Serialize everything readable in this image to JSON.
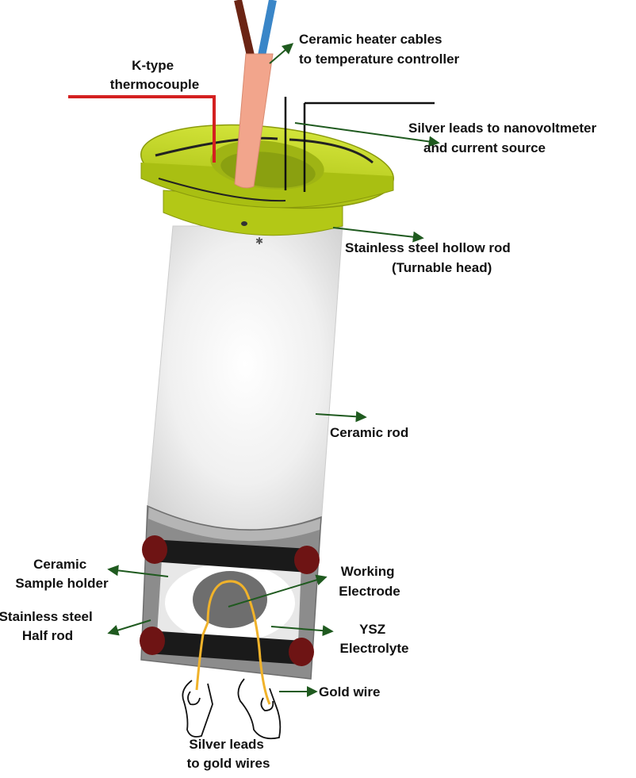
{
  "labels": {
    "heater_cables": [
      "Ceramic heater cables",
      "to temperature controller"
    ],
    "thermocouple": [
      "K-type",
      "thermocouple"
    ],
    "silver_leads_nv": [
      "Silver leads to nanovoltmeter",
      "and current source"
    ],
    "ss_hollow_rod": [
      "Stainless steel hollow rod",
      "(Turnable head)"
    ],
    "ceramic_rod": [
      "Ceramic rod"
    ],
    "ceramic_sample_holder": [
      "Ceramic",
      "Sample holder"
    ],
    "working_electrode": [
      "Working",
      "Electrode"
    ],
    "ss_half_rod": [
      "Stainless steel",
      "Half rod"
    ],
    "ysz_electrolyte": [
      "YSZ",
      "Electrolyte"
    ],
    "gold_wire": [
      "Gold wire"
    ],
    "silver_leads_gold": [
      "Silver leads",
      "to gold wires"
    ]
  },
  "colors": {
    "arrow": "#1f5a1f",
    "thermocouple_wire": "#d42020",
    "heater_sheath": "#f2a58c",
    "heater_wire_brown": "#6b2414",
    "heater_wire_blue": "#3a86c8",
    "flange": "#b9cf1c",
    "rod": "#eeeeee",
    "steel": "#8c8c8c",
    "clamp_bar": "#1a1a1a",
    "screw": "#6e1414",
    "electrode": "#6e6e6e",
    "gold_wire": "#f0b22a"
  }
}
